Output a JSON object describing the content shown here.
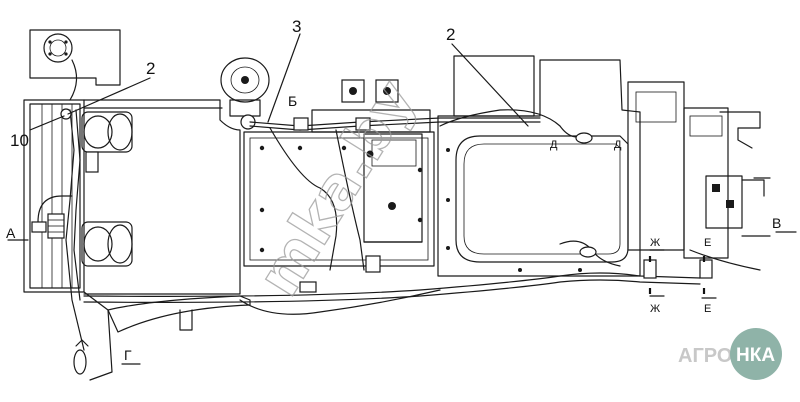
{
  "callouts": {
    "c2_left": "2",
    "c3": "3",
    "c2_right": "2",
    "c10": "10"
  },
  "sections": {
    "A": "А",
    "B_cyr": "Б",
    "V": "В",
    "G": "Г",
    "D1": "Д",
    "D2": "Д",
    "ZH_top": "Ж",
    "ZH_bottom": "Ж",
    "E_top": "Е",
    "E_bottom": "Е"
  },
  "watermark": "mka.by",
  "logo": {
    "left": "АГРО",
    "right": "НКА",
    "text_color": "#c8c8c8",
    "circle_color": "#8fb3a8"
  }
}
